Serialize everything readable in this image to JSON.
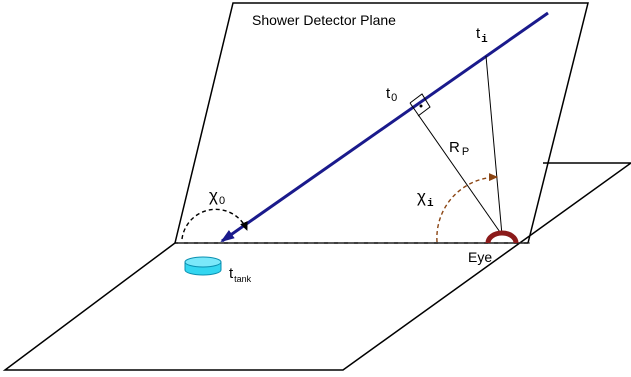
{
  "diagram": {
    "plane_title": "Shower Detector Plane",
    "label_t0": "t",
    "label_t0_sub": "0",
    "label_ti": "t",
    "label_ti_sub": "i",
    "label_rp": "R",
    "label_rp_sub": "P",
    "label_chi0": "χ",
    "label_chi0_sub": "0",
    "label_chii": "χ",
    "label_chii_sub": "i",
    "label_eye": "Eye",
    "label_ttank": "t",
    "label_ttank_sub": "tank",
    "colors": {
      "shower_axis": "#1a1a8c",
      "eye": "#8b1a1a",
      "chi_i_arc": "#8b4513",
      "tank": "#33d6f0",
      "lines": "#000000"
    }
  }
}
